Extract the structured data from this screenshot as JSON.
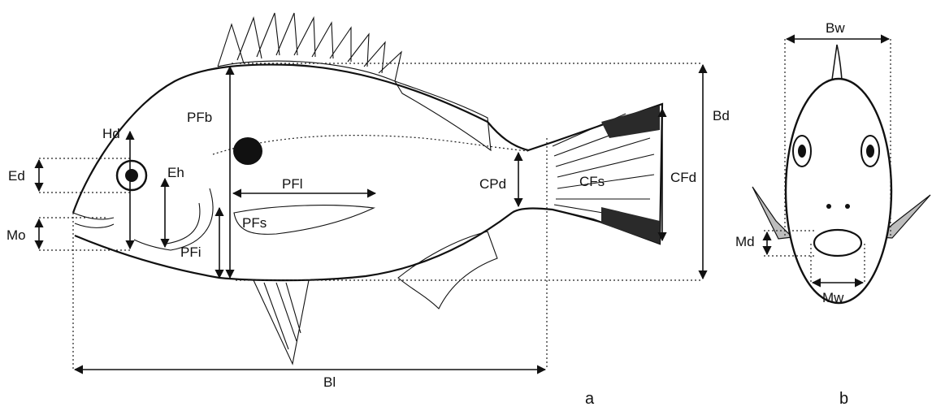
{
  "panels": {
    "a": "a",
    "b": "b"
  },
  "labels": {
    "hd": "Hd",
    "ed": "Ed",
    "eh": "Eh",
    "mo": "Mo",
    "pfb": "PFb",
    "pfi": "PFi",
    "pfl": "PFl",
    "pfs": "PFs",
    "cpd": "CPd",
    "cfs": "CFs",
    "cfd": "CFd",
    "bd": "Bd",
    "bl": "Bl",
    "bw": "Bw",
    "md": "Md",
    "mw": "Mw"
  },
  "colors": {
    "ink": "#111111",
    "fin_gray": "#bdbdbd",
    "background": "#ffffff"
  }
}
